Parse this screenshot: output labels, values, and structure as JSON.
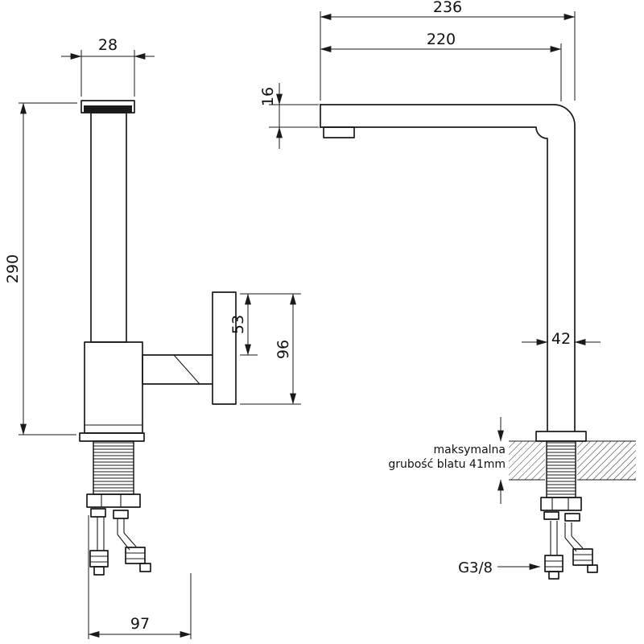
{
  "drawing_title": "faucet-dimension-drawing",
  "dimensions": {
    "d28": "28",
    "d290": "290",
    "d53": "53",
    "d96": "96",
    "d97": "97",
    "d236": "236",
    "d220": "220",
    "d16": "16",
    "d42": "42"
  },
  "labels": {
    "note_line1": "maksymalna",
    "note_line2": "grubość blatu 41mm",
    "thread": "G3/8"
  },
  "colors": {
    "line": "#1a1a1a",
    "background": "#ffffff"
  }
}
